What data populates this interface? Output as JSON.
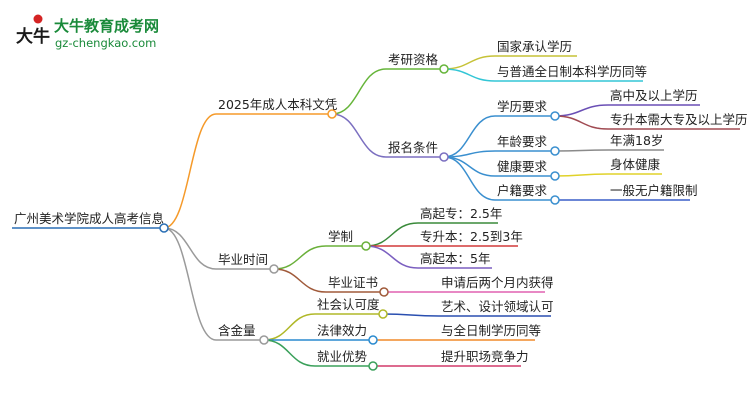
{
  "logo": {
    "glyph": "大牛",
    "name": "大牛教育成考网",
    "url": "gz-chengkao.com",
    "seal_color": "#d42424"
  },
  "mindmap": {
    "root": "广州美术学院成人高考信息",
    "branches": [
      {
        "label": "2025年成人本科文凭",
        "color": "#f59a2a",
        "children": [
          {
            "label": "考研资格",
            "color": "#66b53a",
            "children": [
              {
                "label": "国家承认学历",
                "color": "#c6c237"
              },
              {
                "label": "与普通全日制本科学历同等",
                "color": "#33c6d6"
              }
            ]
          },
          {
            "label": "报名条件",
            "color": "#7b6fc0",
            "children": [
              {
                "label": "学历要求",
                "color": "#3a8fcf",
                "children": [
                  {
                    "label": "高中及以上学历",
                    "color": "#6a4fb5"
                  },
                  {
                    "label": "专升本需大专及以上学历",
                    "color": "#a04a52"
                  }
                ]
              },
              {
                "label": "年龄要求",
                "color": "#3a8fcf",
                "children": [
                  {
                    "label": "年满18岁",
                    "color": "#8a8a8a"
                  }
                ]
              },
              {
                "label": "健康要求",
                "color": "#3a8fcf",
                "children": [
                  {
                    "label": "身体健康",
                    "color": "#e0d22a"
                  }
                ]
              },
              {
                "label": "户籍要求",
                "color": "#3a8fcf",
                "children": [
                  {
                    "label": "一般无户籍限制",
                    "color": "#3a5fc8"
                  }
                ]
              }
            ]
          }
        ]
      },
      {
        "label": "毕业时间",
        "color": "#9a9a9a",
        "children": [
          {
            "label": "学制",
            "color": "#6ab03a",
            "children": [
              {
                "label": "高起专：2.5年",
                "color": "#3a8a3a"
              },
              {
                "label": "专升本：2.5到3年",
                "color": "#d23a3a"
              },
              {
                "label": "高起本：5年",
                "color": "#7b5fc0"
              }
            ]
          },
          {
            "label": "毕业证书",
            "color": "#a05a3a",
            "children": [
              {
                "label": "申请后两个月内获得",
                "color": "#e060b0"
              }
            ]
          }
        ]
      },
      {
        "label": "含金量",
        "color": "#9a9a9a",
        "children": [
          {
            "label": "社会认可度",
            "color": "#b0b828",
            "children": [
              {
                "label": "艺术、设计领域认可",
                "color": "#2a4fb0"
              }
            ]
          },
          {
            "label": "法律效力",
            "color": "#2a8acf",
            "children": [
              {
                "label": "与全日制学历同等",
                "color": "#f08a2a"
              }
            ]
          },
          {
            "label": "就业优势",
            "color": "#3aa05a",
            "children": [
              {
                "label": "提升职场竞争力",
                "color": "#d23a6a"
              }
            ]
          }
        ]
      }
    ]
  }
}
